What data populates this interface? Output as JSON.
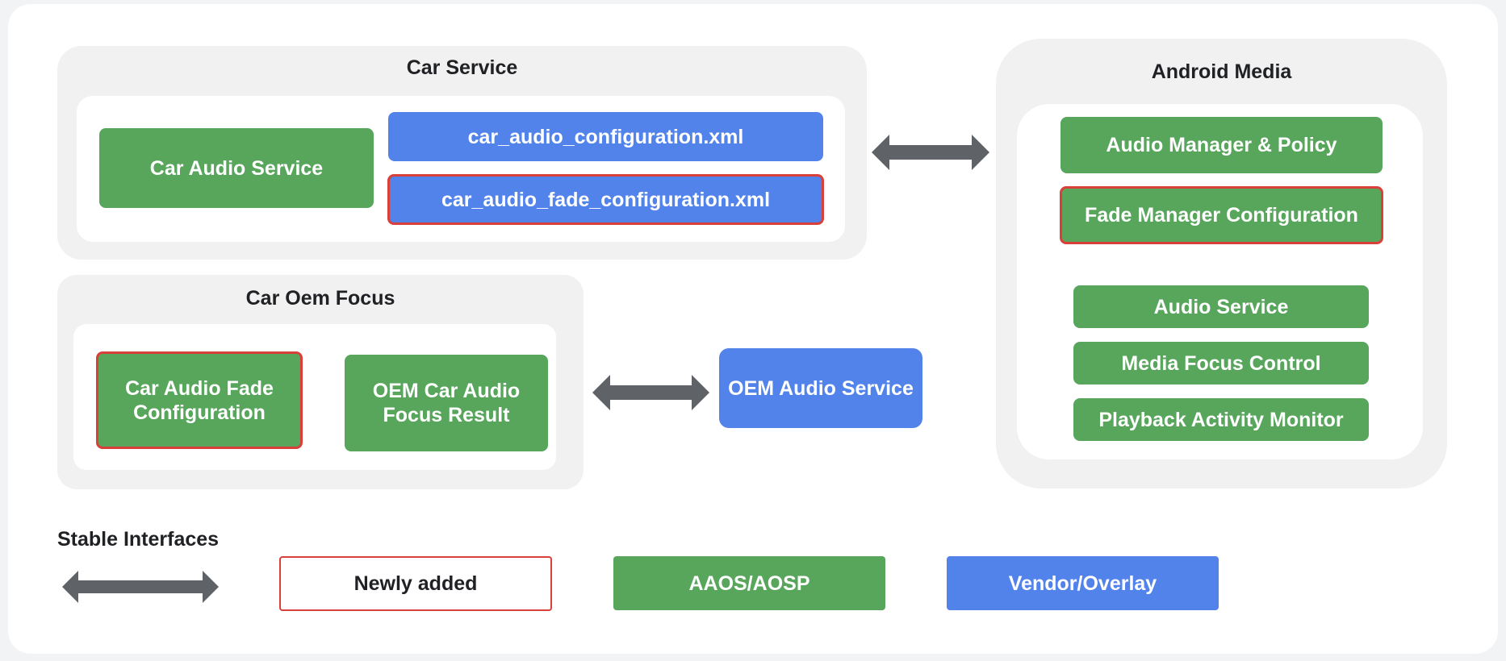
{
  "car_service": {
    "title": "Car Service",
    "car_audio_service": "Car Audio Service",
    "audio_config_xml": "car_audio_configuration.xml",
    "fade_config_xml": "car_audio_fade_configuration.xml"
  },
  "car_oem_focus": {
    "title": "Car Oem Focus",
    "fade_config": "Car Audio Fade Configuration",
    "focus_result": "OEM Car Audio Focus Result"
  },
  "oem_audio_service": "OEM Audio Service",
  "android_media": {
    "title": "Android Media",
    "audio_manager_policy": "Audio Manager & Policy",
    "fade_manager_config": "Fade Manager Configuration",
    "audio_service": "Audio Service",
    "media_focus_control": "Media Focus Control",
    "playback_activity_monitor": "Playback Activity Monitor"
  },
  "legend": {
    "stable_interfaces": "Stable Interfaces",
    "newly_added": "Newly added",
    "aaos_aosp": "AAOS/AOSP",
    "vendor_overlay": "Vendor/Overlay"
  },
  "colors": {
    "aaos_green": "#57a65c",
    "vendor_blue": "#5283ea",
    "new_red": "#d9403a",
    "arrow_gray": "#5f6368",
    "group_gray": "#f1f1f1"
  },
  "icons": {
    "interface_arrow": "double-headed-arrow-icon"
  }
}
